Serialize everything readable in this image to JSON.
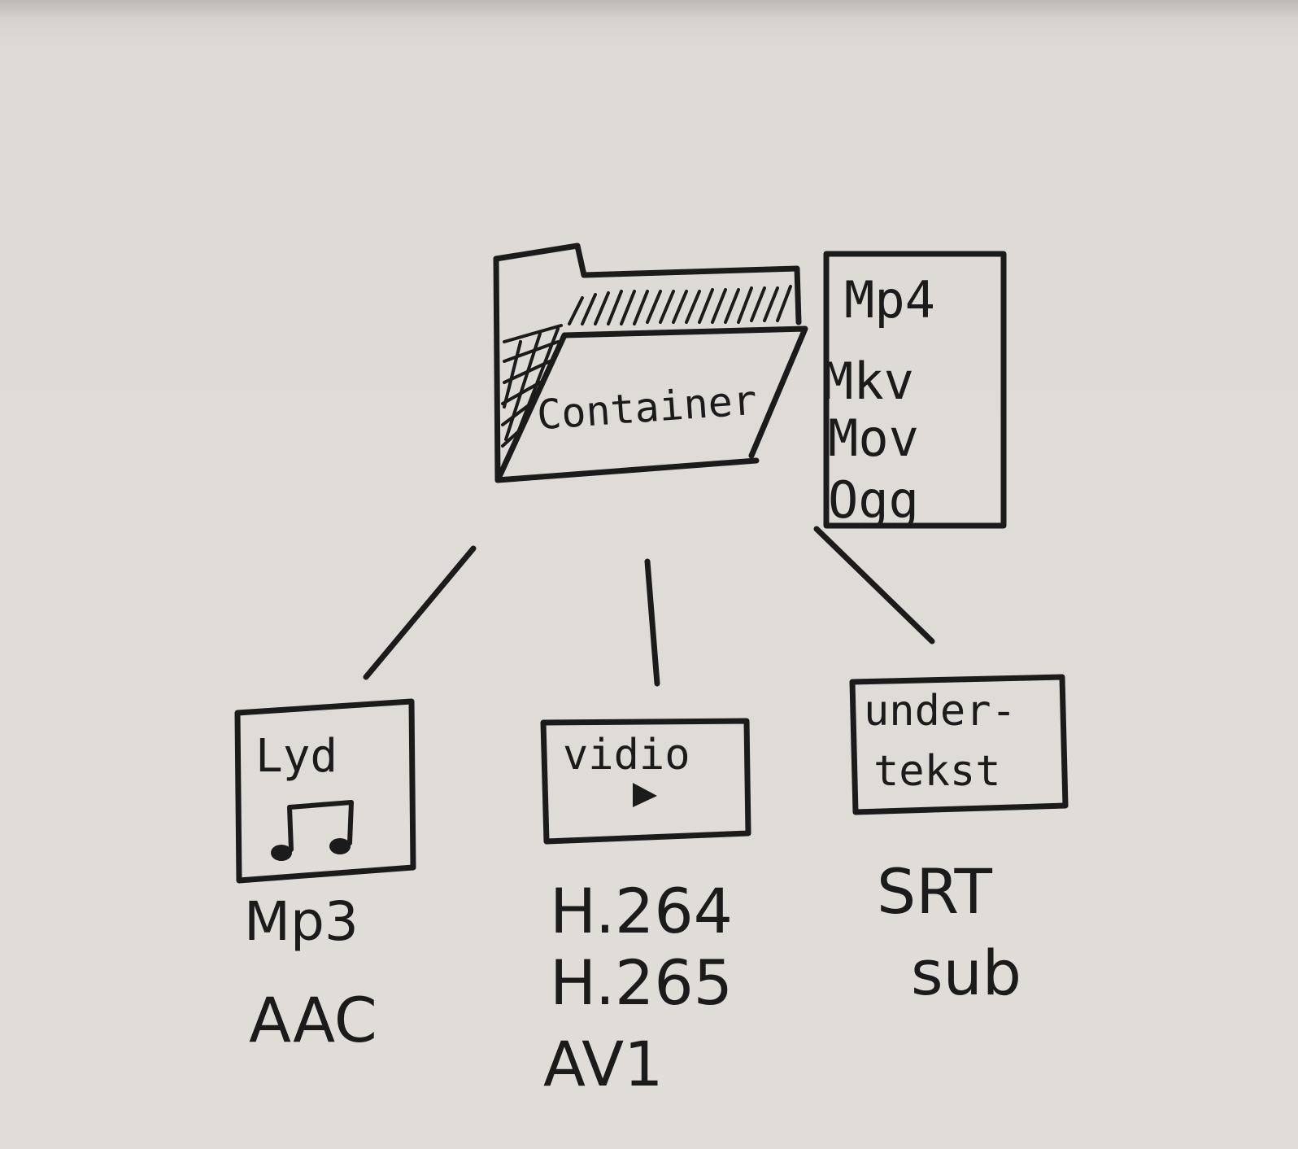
{
  "container": {
    "label": "Container",
    "formats": [
      "Mp4",
      "Mkv",
      "Mov",
      "Ogg"
    ]
  },
  "streams": {
    "audio": {
      "label": "Lyd",
      "icon": "music-note-icon",
      "codecs": [
        "Mp3",
        "AAC"
      ]
    },
    "video": {
      "label": "vidio",
      "icon": "play-icon",
      "codecs": [
        "H.264",
        "H.265",
        "AV1"
      ]
    },
    "subtitle": {
      "label_lines": [
        "under-",
        "tekst"
      ],
      "codecs": [
        "SRT",
        "sub"
      ]
    }
  },
  "colors": {
    "ink": "#1b1b1b",
    "paper": "#e0dcd8"
  }
}
